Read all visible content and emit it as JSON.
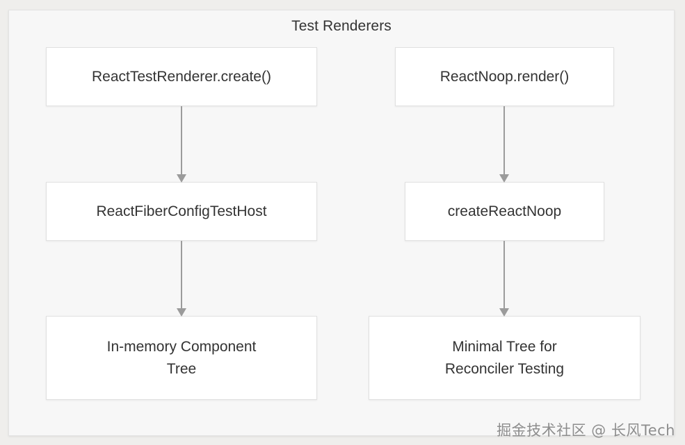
{
  "diagram": {
    "group_title": "Test Renderers",
    "columns": [
      {
        "name": "test-renderer-column",
        "nodes": [
          {
            "id": "test-renderer-create",
            "label": "ReactTestRenderer.create()"
          },
          {
            "id": "fiber-config-testhost",
            "label": "ReactFiberConfigTestHost"
          },
          {
            "id": "in-memory-tree",
            "label": "In-memory Component\nTree"
          }
        ]
      },
      {
        "name": "noop-renderer-column",
        "nodes": [
          {
            "id": "noop-render",
            "label": "ReactNoop.render()"
          },
          {
            "id": "create-react-noop",
            "label": "createReactNoop"
          },
          {
            "id": "minimal-tree",
            "label": "Minimal Tree for\nReconciler Testing"
          }
        ]
      }
    ],
    "edges": [
      {
        "id": "left-1",
        "from": "test-renderer-create",
        "to": "fiber-config-testhost",
        "style": "arrow-down"
      },
      {
        "id": "left-2",
        "from": "fiber-config-testhost",
        "to": "in-memory-tree",
        "style": "arrow-down"
      },
      {
        "id": "right-1",
        "from": "noop-render",
        "to": "create-react-noop",
        "style": "arrow-down"
      },
      {
        "id": "right-2",
        "from": "create-react-noop",
        "to": "minimal-tree",
        "style": "arrow-down"
      }
    ],
    "colors": {
      "canvas_background": "#efeeec",
      "group_background": "#f7f7f7",
      "group_border": "#e3e3e3",
      "node_background": "#ffffff",
      "node_border": "#e0e0e0",
      "text": "#333333",
      "edge": "#9b9b9b",
      "watermark": "#8d8d8d"
    }
  },
  "watermark": {
    "text": "掘金技术社区 @ 长风Tech"
  }
}
